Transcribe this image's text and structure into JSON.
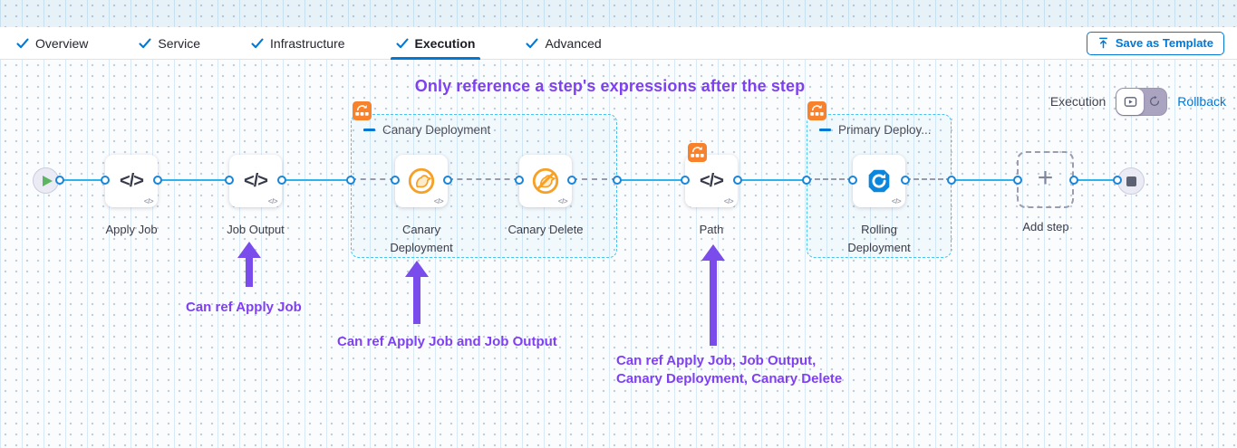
{
  "header": {
    "tabs": [
      {
        "label": "Overview",
        "checked": true,
        "active": false
      },
      {
        "label": "Service",
        "checked": true,
        "active": false
      },
      {
        "label": "Infrastructure",
        "checked": true,
        "active": false
      },
      {
        "label": "Execution",
        "checked": true,
        "active": true
      },
      {
        "label": "Advanced",
        "checked": true,
        "active": false
      }
    ],
    "save_as_template_label": "Save as Template"
  },
  "canvas": {
    "annotation_title": "Only reference a step's expressions after the step",
    "mode": {
      "execution_label": "Execution",
      "rollback_label": "Rollback"
    },
    "pipeline": {
      "code_glyph": "</>",
      "mini_code_glyph": "</>",
      "plus_glyph": "+",
      "steps": [
        {
          "label": "Apply Job",
          "icon": "code"
        },
        {
          "label": "Job Output",
          "icon": "code"
        },
        {
          "label": "Canary Deployment",
          "icon": "canary"
        },
        {
          "label": "Canary Delete",
          "icon": "canary-delete"
        },
        {
          "label": "Path",
          "icon": "code"
        },
        {
          "label": "Rolling Deployment",
          "icon": "rolling-deployment"
        }
      ],
      "groups": [
        {
          "label": "Canary Deployment"
        },
        {
          "label": "Primary Deploy..."
        }
      ],
      "add_step_label": "Add step"
    },
    "annotations": [
      {
        "line1": "Can ref Apply Job"
      },
      {
        "line1": "Can ref Apply Job and Job Output"
      },
      {
        "line1": "Can ref Apply Job, Job Output,",
        "line2": "Canary Deployment, Canary Delete"
      }
    ],
    "colors": {
      "accent_blue": "#0278d5",
      "connector_cyan": "#2eb4ec",
      "annotation_purple": "#7e40f2",
      "badge_orange": "#f8812b",
      "canary_orange": "#f6a025",
      "rolling_blue": "#0a87dd"
    }
  }
}
